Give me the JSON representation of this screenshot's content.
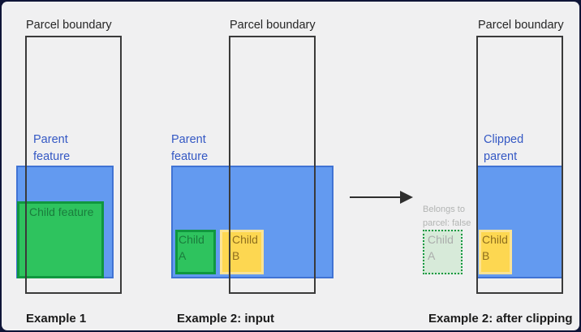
{
  "figure": {
    "title_note": "Parcel clipping diagram",
    "examples": [
      {
        "parcel_label": "Parcel boundary",
        "parent_label": "Parent feature",
        "caption": "Example 1",
        "children": [
          {
            "name": "Child feature",
            "style": "green"
          }
        ]
      },
      {
        "parcel_label": "Parcel boundary",
        "parent_label": "Parent feature",
        "caption": "Example 2: input",
        "children": [
          {
            "name": "Child A",
            "style": "green"
          },
          {
            "name": "Child B",
            "style": "yellow"
          }
        ]
      },
      {
        "parcel_label": "Parcel boundary",
        "parent_label": "Clipped parent",
        "caption": "Example 2: after clipping",
        "annotation": "Belongs to parcel: false",
        "children": [
          {
            "name": "Child A",
            "style": "ghost"
          },
          {
            "name": "Child B",
            "style": "yellow"
          }
        ]
      }
    ],
    "colors": {
      "background": "#f0f0f1",
      "outer_border": "#0f1537",
      "parcel_stroke": "#3a3a3a",
      "parent_fill": "#639af0",
      "parent_stroke": "#4073d4",
      "parent_label_blue": "#3458c4",
      "child_green_fill": "#2ec35e",
      "child_green_stroke": "#10973f",
      "child_green_text": "#1a7c3c",
      "child_yellow_fill": "#fdd751",
      "child_yellow_stroke": "#fce394",
      "child_yellow_text": "#8f6f1f",
      "ghost_fill": "#d7ead9",
      "ghost_stroke": "#12983f",
      "ghost_text": "#abadac",
      "annotation_gray": "#b2b4b3",
      "arrow": "#2e2e2e"
    }
  }
}
